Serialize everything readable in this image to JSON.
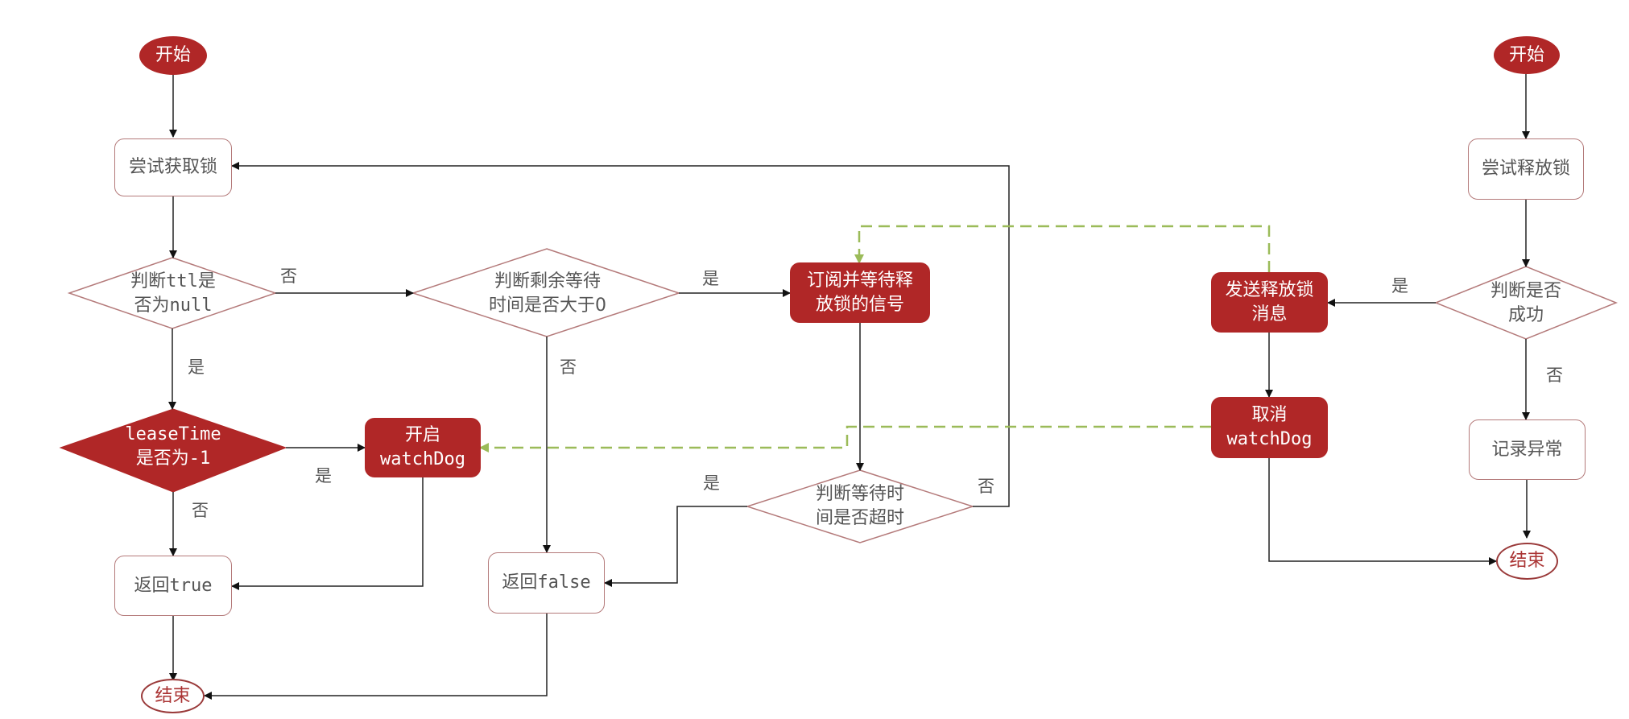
{
  "colors": {
    "accent": "#b02727",
    "border": "#b47a7a",
    "dashed": "#9bbb59",
    "line": "#222222"
  },
  "acquire": {
    "start": "开始",
    "try_lock": "尝试获取锁",
    "check_ttl": "判断ttl是\n否为null",
    "check_wait": "判断剩余等待\n时间是否大于0",
    "subscribe": "订阅并等待释\n放锁的信号",
    "check_lease": "leaseTime\n是否为-1",
    "start_watchdog": "开启\nwatchDog",
    "check_timeout": "判断等待时\n间是否超时",
    "return_true": "返回true",
    "return_false": "返回false",
    "end": "结束"
  },
  "release": {
    "start": "开始",
    "try_release": "尝试释放锁",
    "check_success": "判断是否\n成功",
    "send_message": "发送释放锁\n消息",
    "cancel_watchdog": "取消\nwatchDog",
    "record_error": "记录异常",
    "end": "结束"
  },
  "labels": {
    "yes": "是",
    "no": "否"
  }
}
